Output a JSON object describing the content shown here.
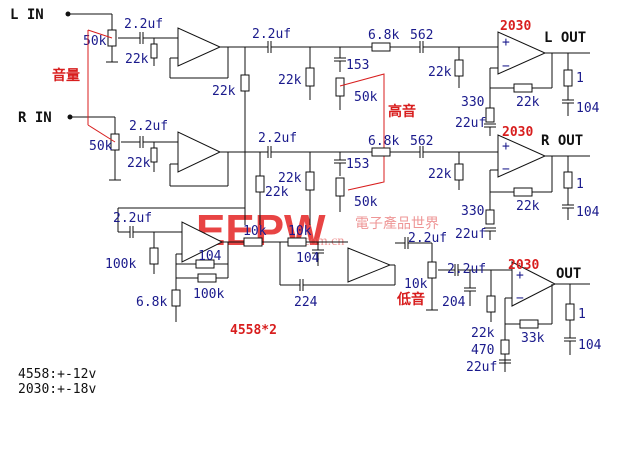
{
  "inputs": {
    "left": "L IN",
    "right": "R IN"
  },
  "outputs": {
    "left": "L OUT",
    "right": "R OUT",
    "sub": "OUT"
  },
  "chip_2030": "2030",
  "controls": {
    "volume": "音量",
    "treble": "高音",
    "bass": "低音"
  },
  "values": {
    "pot_50k": "50k",
    "cap_2u2": "2.2uf",
    "r_22k": "22k",
    "r_6k8": "6.8k",
    "c_562": "562",
    "c_153": "153",
    "r_330": "330",
    "c_22uf": "22uf",
    "r_1": "1",
    "c_104": "104",
    "r_100k": "100k",
    "r_10k": "10k",
    "c_224": "224",
    "c_204": "204",
    "r_470": "470",
    "r_33k": "33k"
  },
  "ic_label": "4558*2",
  "supply": {
    "line1": "4558:+-12v",
    "line2": "2030:+-18v"
  },
  "watermark": {
    "brand": "EEPW",
    "site": ".com.cn",
    "cn": "電子產品世界"
  },
  "colors": {
    "ink": "#111111",
    "label": "#1a1a8c",
    "accent": "#d81e1e",
    "watermark": "#e52424"
  }
}
